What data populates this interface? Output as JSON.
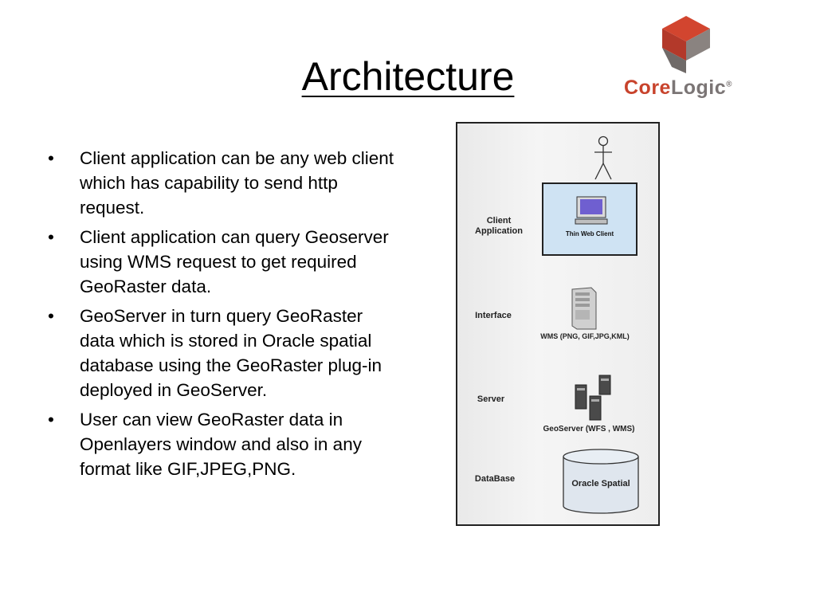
{
  "slide": {
    "title": "Architecture",
    "bullets": [
      "Client application can be any web client which has capability to send http request.",
      "Client application can query Geoserver using WMS request to get required GeoRaster data.",
      "GeoServer in turn query GeoRaster data which is stored in Oracle spatial database using the GeoRaster plug-in deployed in GeoServer.",
      "User can view GeoRaster data in Openlayers window and also in any format like GIF,JPEG,PNG."
    ],
    "bullet_glyph": "•"
  },
  "logo": {
    "core": "Core",
    "logic": "Logic",
    "reg": "®"
  },
  "diagram": {
    "labels": {
      "client": "Client Application",
      "interface": "Interface",
      "server": "Server",
      "database": "DataBase"
    },
    "thin_client": "Thin Web Client",
    "wms": "WMS (PNG, GIF,JPG,KML)",
    "geoserver": "GeoServer (WFS , WMS)",
    "oracle": "Oracle Spatial"
  },
  "colors": {
    "logo_red": "#c8432c",
    "logo_gray": "#7b7575",
    "client_box": "#cfe3f3"
  }
}
